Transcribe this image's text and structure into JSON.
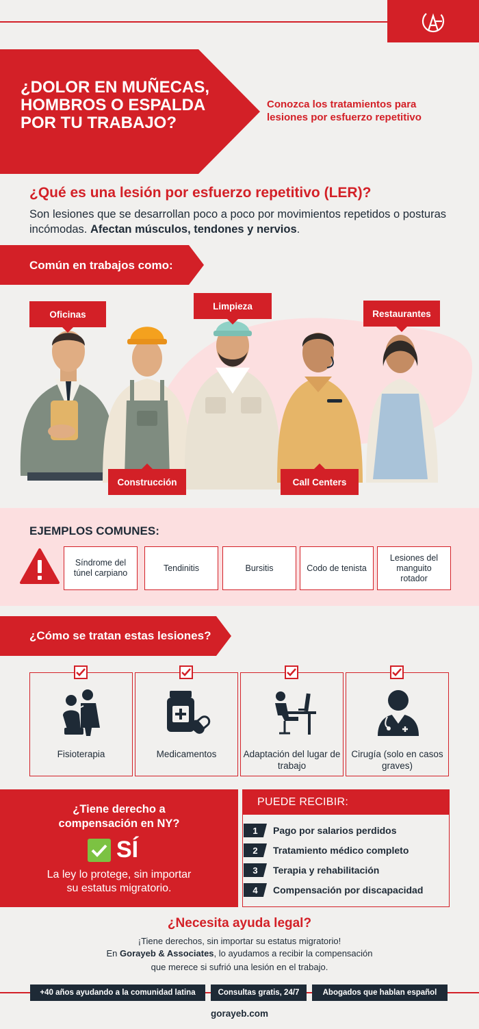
{
  "brand": {
    "logo_text": "GA",
    "accent": "#d32027",
    "navy": "#1e2a36"
  },
  "hero": {
    "title_lines": [
      "¿DOLOR EN MUÑECAS,",
      "HOMBROS O ESPALDA",
      "POR TU TRABAJO?"
    ],
    "subtitle_lines": [
      "Conozca los tratamientos para",
      "lesiones por esfuerzo repetitivo"
    ]
  },
  "definition": {
    "heading": "¿Qué es una lesión por esfuerzo repetitivo (LER)?",
    "text_plain": "Son lesiones que se desarrollan poco a poco por movimientos repetidos o posturas incómodas. ",
    "text_bold": "Afectan músculos, tendones y nervios",
    "text_end": "."
  },
  "jobs": {
    "banner": "Común en trabajos como:",
    "tags": [
      "Oficinas",
      "Construcción",
      "Limpieza",
      "Call Centers",
      "Restaurantes"
    ]
  },
  "examples": {
    "title": "EJEMPLOS COMUNES:",
    "icon": "warning-icon",
    "items": [
      "Síndrome del túnel carpiano",
      "Tendinitis",
      "Bursitis",
      "Codo de tenista",
      "Lesiones del manguito rotador"
    ]
  },
  "treatments": {
    "banner": "¿Cómo se tratan estas lesiones?",
    "items": [
      {
        "label": "Fisioterapia",
        "icon": "physiotherapy-icon"
      },
      {
        "label": "Medicamentos",
        "icon": "medicine-icon"
      },
      {
        "label": "Adaptación del lugar de trabajo",
        "icon": "workstation-icon"
      },
      {
        "label": "Cirugía (solo en casos graves)",
        "icon": "doctor-icon"
      }
    ]
  },
  "compensation": {
    "question_lines": [
      "¿Tiene derecho a",
      "compensación en NY?"
    ],
    "answer": "SÍ",
    "law_lines": [
      "La ley lo protege, sin importar",
      "su estatus migratorio."
    ]
  },
  "receive": {
    "heading": "PUEDE RECIBIR:",
    "items": [
      {
        "num": "1",
        "text": "Pago por salarios perdidos"
      },
      {
        "num": "2",
        "text": "Tratamiento médico completo"
      },
      {
        "num": "3",
        "text": "Terapia y rehabilitación"
      },
      {
        "num": "4",
        "text": "Compensación por discapacidad"
      }
    ]
  },
  "help": {
    "title": "¿Necesita ayuda legal?",
    "line1": "¡Tiene derechos, sin importar su estatus migratorio!",
    "line2_pre": "En ",
    "line2_bold": "Gorayeb & Associates",
    "line2_post": ", lo ayudamos a recibir la compensación",
    "line3": "que merece si sufrió una lesión en el trabajo."
  },
  "footer": {
    "pills": [
      "+40 años ayudando a la comunidad latina",
      "Consultas gratis, 24/7",
      "Abogados que hablan español"
    ],
    "site": "gorayeb.com"
  }
}
